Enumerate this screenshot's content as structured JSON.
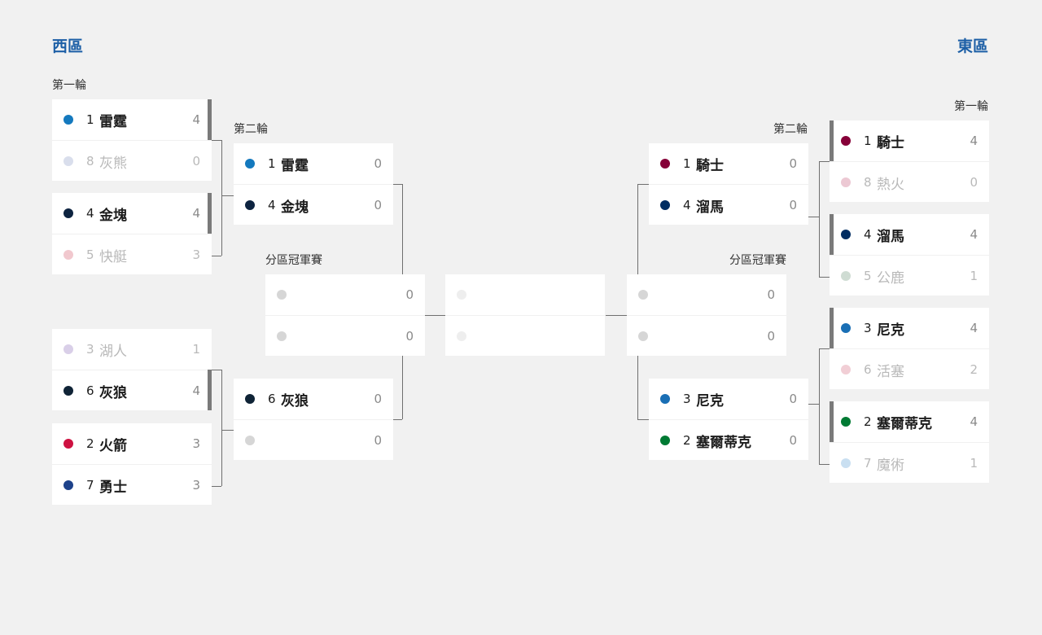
{
  "west": {
    "title": "西區",
    "round1_label": "第一輪",
    "round2_label": "第二輪",
    "final_label": "分區冠軍賽",
    "round1": [
      {
        "top": {
          "seed": "1",
          "name": "雷霆",
          "score": "4",
          "color": "#1479be"
        },
        "bottom": {
          "seed": "8",
          "name": "灰熊",
          "score": "0",
          "color": "#b9c3dc"
        },
        "winner": "top"
      },
      {
        "top": {
          "seed": "4",
          "name": "金塊",
          "score": "4",
          "color": "#0d2340"
        },
        "bottom": {
          "seed": "5",
          "name": "快艇",
          "score": "3",
          "color": "#e69aa6"
        },
        "winner": "top"
      },
      {
        "top": {
          "seed": "3",
          "name": "湖人",
          "score": "1",
          "color": "#b9a8d6"
        },
        "bottom": {
          "seed": "6",
          "name": "灰狼",
          "score": "4",
          "color": "#0f2336"
        },
        "winner": "bottom"
      },
      {
        "top": {
          "seed": "2",
          "name": "火箭",
          "score": "3",
          "color": "#ce1141"
        },
        "bottom": {
          "seed": "7",
          "name": "勇士",
          "score": "3",
          "color": "#1d428a"
        },
        "winner": "none"
      }
    ],
    "round2": [
      {
        "top": {
          "seed": "1",
          "name": "雷霆",
          "score": "0",
          "color": "#1479be"
        },
        "bottom": {
          "seed": "4",
          "name": "金塊",
          "score": "0",
          "color": "#0d2340"
        }
      },
      {
        "top": {
          "seed": "6",
          "name": "灰狼",
          "score": "0",
          "color": "#0f2336"
        },
        "bottom": {
          "seed": "",
          "name": "",
          "score": "0",
          "color": "#d6d6d6"
        }
      }
    ],
    "final": {
      "top": {
        "seed": "",
        "name": "",
        "score": "0",
        "color": "#d6d6d6"
      },
      "bottom": {
        "seed": "",
        "name": "",
        "score": "0",
        "color": "#d6d6d6"
      }
    }
  },
  "east": {
    "title": "東區",
    "round1_label": "第一輪",
    "round2_label": "第二輪",
    "final_label": "分區冠軍賽",
    "round1": [
      {
        "top": {
          "seed": "1",
          "name": "騎士",
          "score": "4",
          "color": "#860038"
        },
        "bottom": {
          "seed": "8",
          "name": "熱火",
          "score": "0",
          "color": "#dc9aae"
        },
        "winner": "top"
      },
      {
        "top": {
          "seed": "4",
          "name": "溜馬",
          "score": "4",
          "color": "#002d62"
        },
        "bottom": {
          "seed": "5",
          "name": "公鹿",
          "score": "1",
          "color": "#a7bfae"
        },
        "winner": "top"
      },
      {
        "top": {
          "seed": "3",
          "name": "尼克",
          "score": "4",
          "color": "#1a6fb5"
        },
        "bottom": {
          "seed": "6",
          "name": "活塞",
          "score": "2",
          "color": "#e6a6b3"
        },
        "winner": "top"
      },
      {
        "top": {
          "seed": "2",
          "name": "塞爾蒂克",
          "score": "4",
          "color": "#007a33"
        },
        "bottom": {
          "seed": "7",
          "name": "魔術",
          "score": "1",
          "color": "#9cc4e6"
        },
        "winner": "top"
      }
    ],
    "round2": [
      {
        "top": {
          "seed": "1",
          "name": "騎士",
          "score": "0",
          "color": "#860038"
        },
        "bottom": {
          "seed": "4",
          "name": "溜馬",
          "score": "0",
          "color": "#002d62"
        }
      },
      {
        "top": {
          "seed": "3",
          "name": "尼克",
          "score": "0",
          "color": "#1a6fb5"
        },
        "bottom": {
          "seed": "2",
          "name": "塞爾蒂克",
          "score": "0",
          "color": "#007a33"
        }
      }
    ],
    "final": {
      "top": {
        "seed": "",
        "name": "",
        "score": "0",
        "color": "#d6d6d6"
      },
      "bottom": {
        "seed": "",
        "name": "",
        "score": "0",
        "color": "#d6d6d6"
      }
    }
  },
  "finals": {
    "top": {
      "color": "#eeeeee"
    },
    "bottom": {
      "color": "#eeeeee"
    }
  }
}
